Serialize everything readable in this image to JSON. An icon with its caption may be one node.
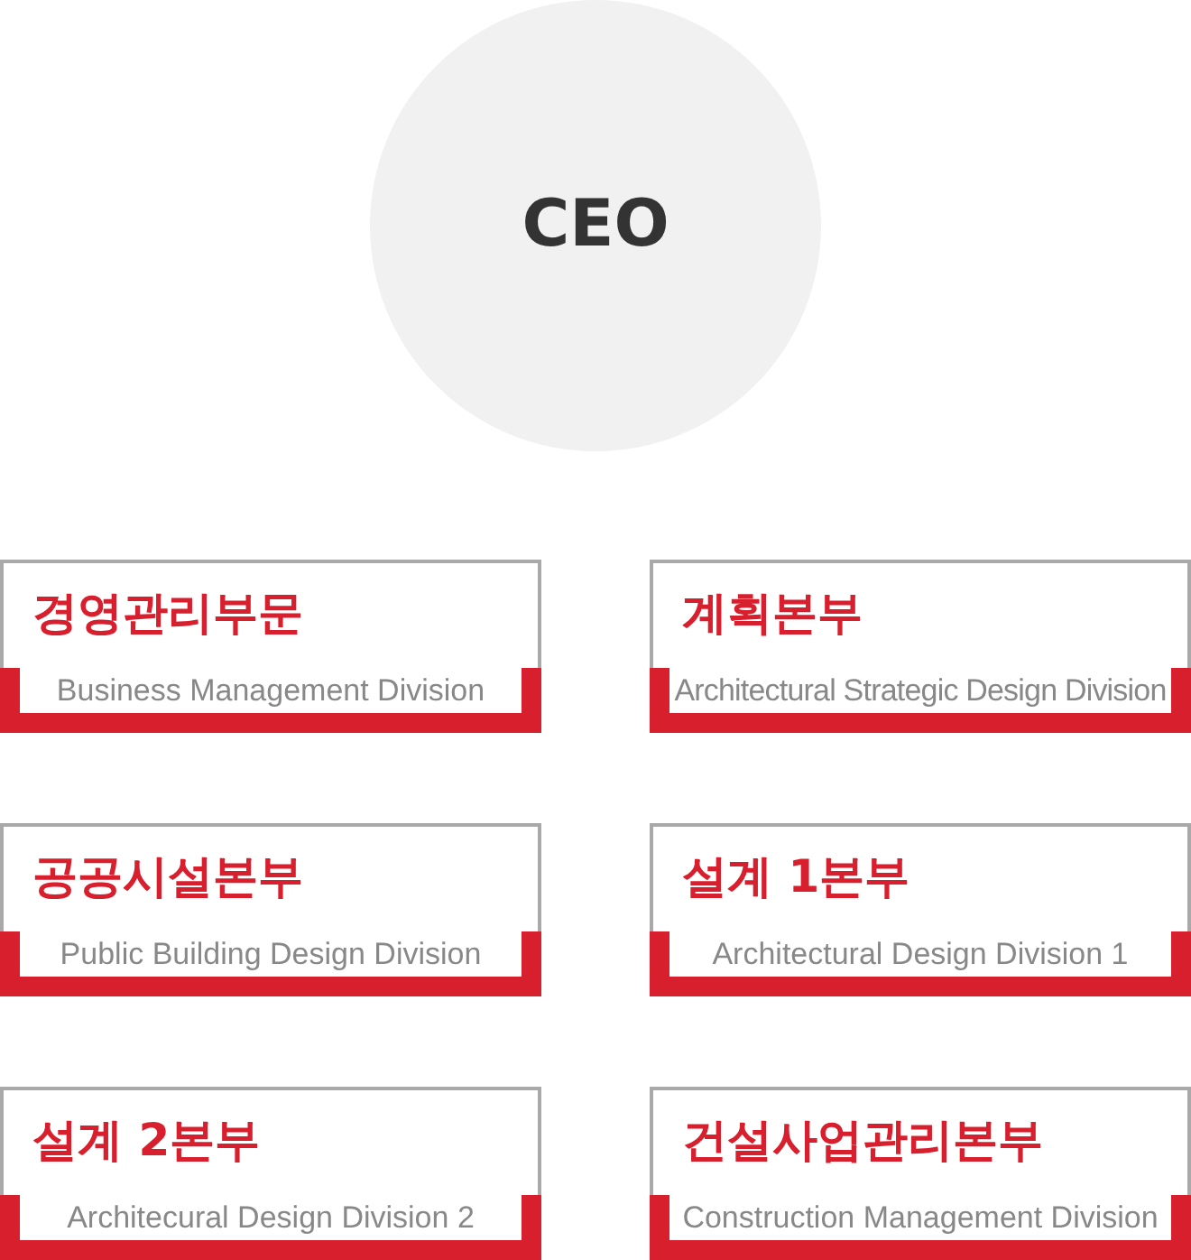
{
  "diagram": {
    "nodes": [
      {
        "text": [
          "CEO"
        ]
      },
      {
        "text": [
          "경영관리부문",
          "Business Management Division"
        ]
      },
      {
        "text": [
          "계획본부",
          "Architectural Strategic Design Division"
        ]
      },
      {
        "text": [
          "공공시설본부",
          "Public Building Design Division"
        ]
      },
      {
        "text": [
          "설계 1본부",
          "Architectural Design Division 1"
        ]
      },
      {
        "text": [
          "설계 2본부",
          "Architecural Design Division 2"
        ]
      },
      {
        "text": [
          "건설사업관리본부",
          "Construction Management Division"
        ]
      }
    ]
  }
}
